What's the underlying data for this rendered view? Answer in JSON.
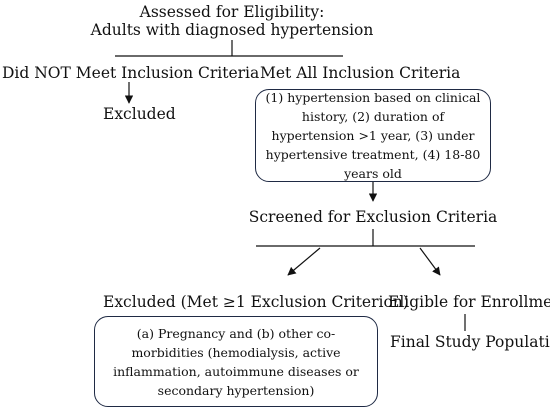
{
  "top": {
    "line1": "Assessed for Eligibility:",
    "line2": "Adults with diagnosed hypertension"
  },
  "left_branch": {
    "label": "Did NOT Meet Inclusion Criteria",
    "outcome": "Excluded"
  },
  "right_branch": {
    "label": "Met All Inclusion Criteria",
    "criteria_box": "(1) hypertension based on clinical history, (2) duration of hypertension >1 year, (3) under hypertensive treatment, (4) 18-80 years old"
  },
  "screening": {
    "label": "Screened for Exclusion Criteria"
  },
  "excluded_branch": {
    "label": "Excluded (Met ≥1 Exclusion Criterion)",
    "criteria_box": "(a) Pregnancy and (b) other co-morbidities (hemodialysis, active inflammation, autoimmune diseases or secondary hypertension)"
  },
  "eligible_branch": {
    "label": "Eligible for Enrollment",
    "final": "Final Study Population"
  }
}
